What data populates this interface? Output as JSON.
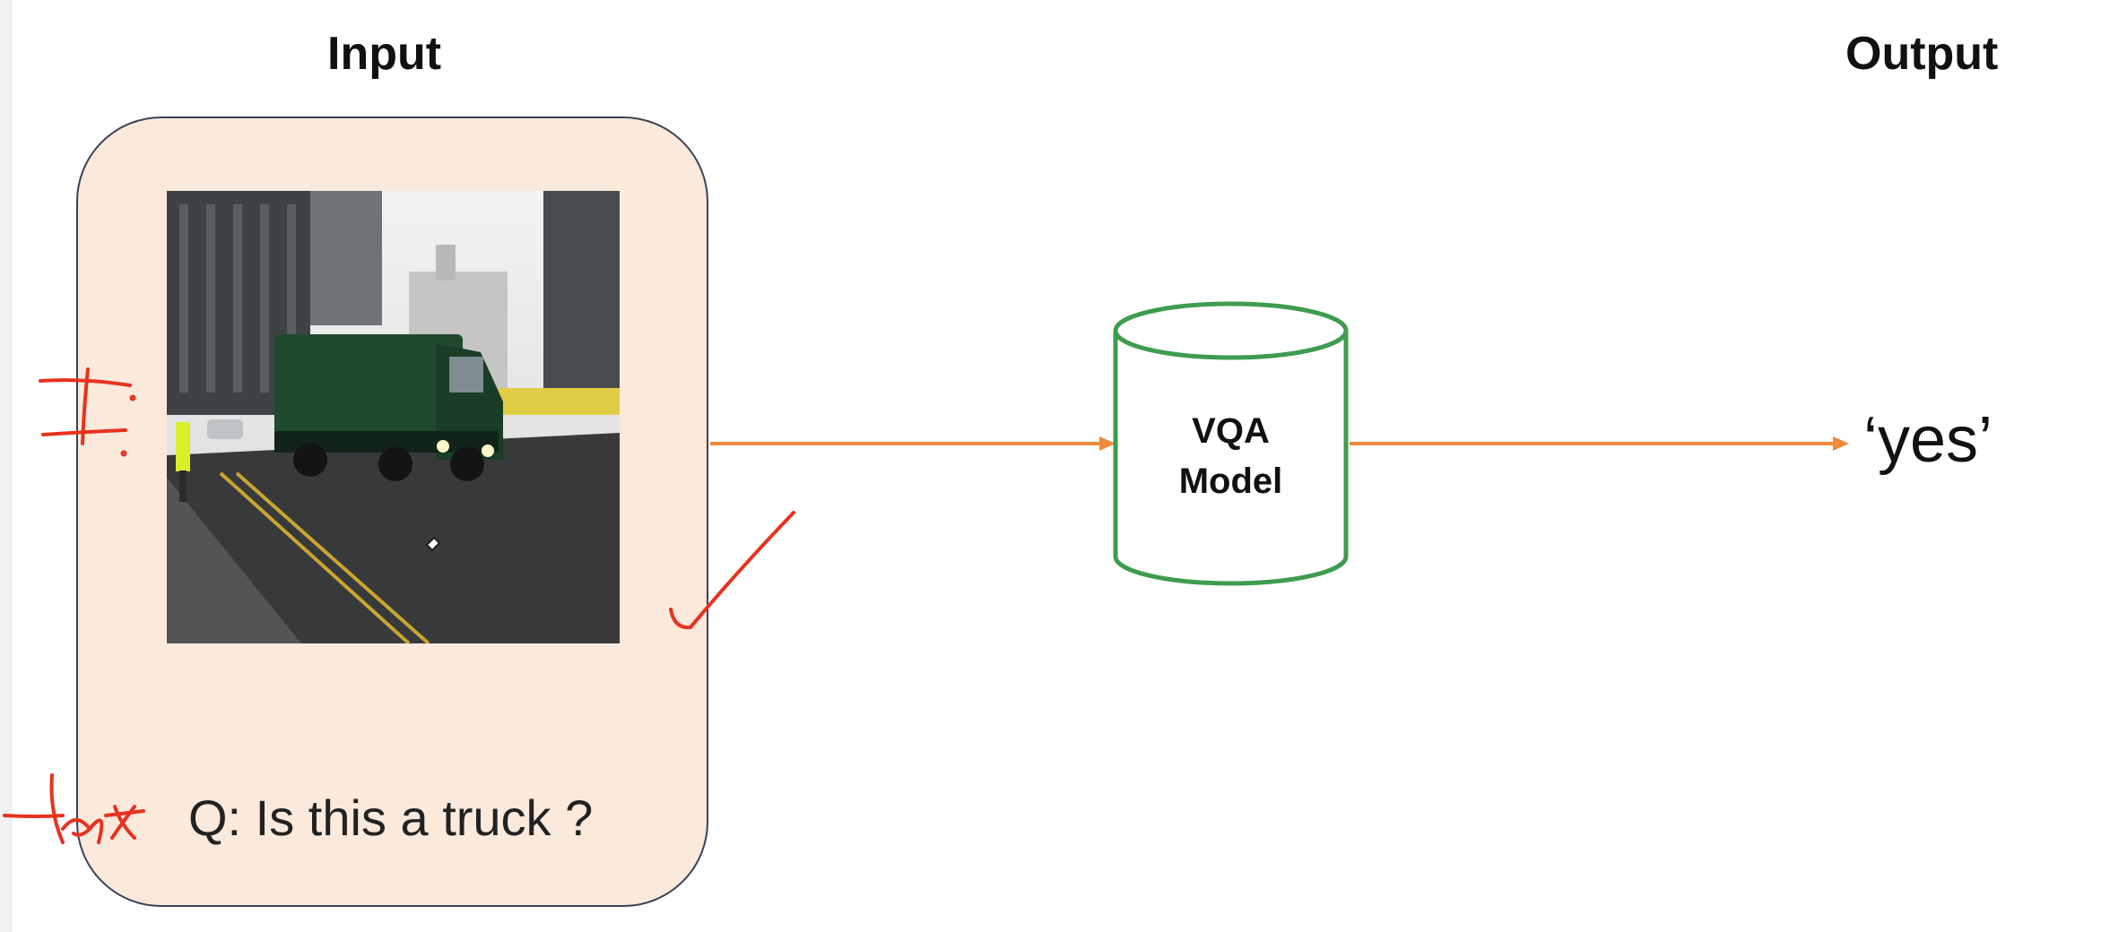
{
  "headings": {
    "input": "Input",
    "output": "Output"
  },
  "input_card": {
    "question": "Q: Is this a truck ?"
  },
  "model": {
    "line1": "VQA",
    "line2": "Model"
  },
  "output": {
    "answer": "‘yes’"
  },
  "colors": {
    "card_fill": "#fbe9dc",
    "card_border": "#3b4256",
    "arrow": "#ed8a3c",
    "model_stroke": "#3f9c4f",
    "annotation_ink": "#e8321f"
  },
  "image": {
    "icons": [
      "truck-photo",
      "pencil-cursor-icon"
    ]
  }
}
